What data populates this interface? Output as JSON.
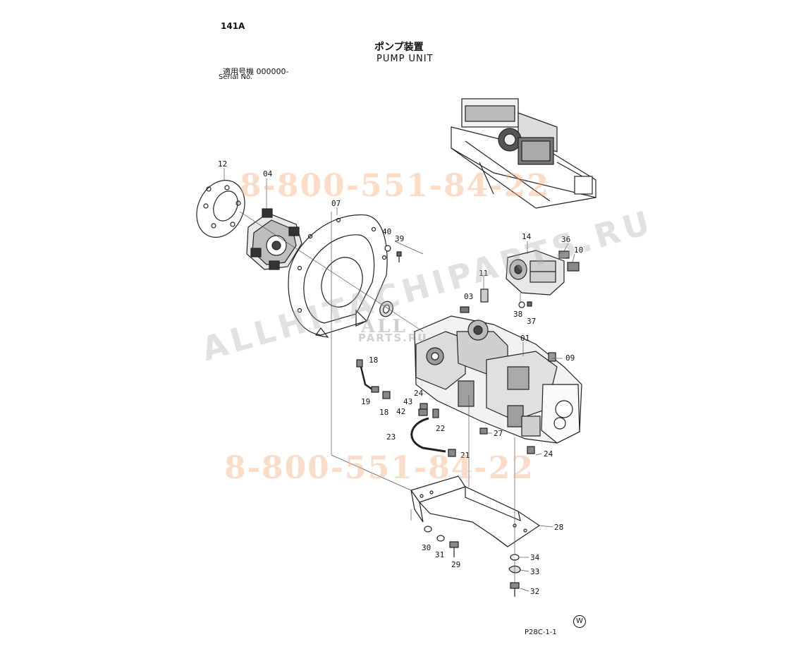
{
  "header": {
    "page_no": "141A",
    "title_jp": "ポンプ装置",
    "title_en": "PUMP UNIT",
    "serial_jp": "適用号機  000000-",
    "serial_en": "Serial No."
  },
  "footer": {
    "drawing_code": "P28C-1-1",
    "mark": "W"
  },
  "watermarks": {
    "phone_top": "8-800-551-84-22",
    "phone_bottom": "8-800-551-84-22",
    "site": "ALLHITACHIPARTS.RU",
    "logo_top": "ALL",
    "logo_bottom": "PARTS.RU"
  },
  "part_labels": {
    "p12": "12",
    "p04": "04",
    "p07": "07",
    "p40": "40",
    "p39": "39",
    "p14": "14",
    "p36": "36",
    "p10": "10",
    "p11": "11",
    "p03": "03",
    "p38": "38",
    "p37": "37",
    "p01": "01",
    "p09": "09",
    "p18a": "18",
    "p19": "19",
    "p18b": "18",
    "p43": "43",
    "p42": "42",
    "p24a": "24",
    "p22": "22",
    "p27": "27",
    "p23": "23",
    "p21": "21",
    "p24b": "24",
    "p28": "28",
    "p30": "30",
    "p31": "31",
    "p29": "29",
    "p34": "34",
    "p33": "33",
    "p32": "32"
  }
}
